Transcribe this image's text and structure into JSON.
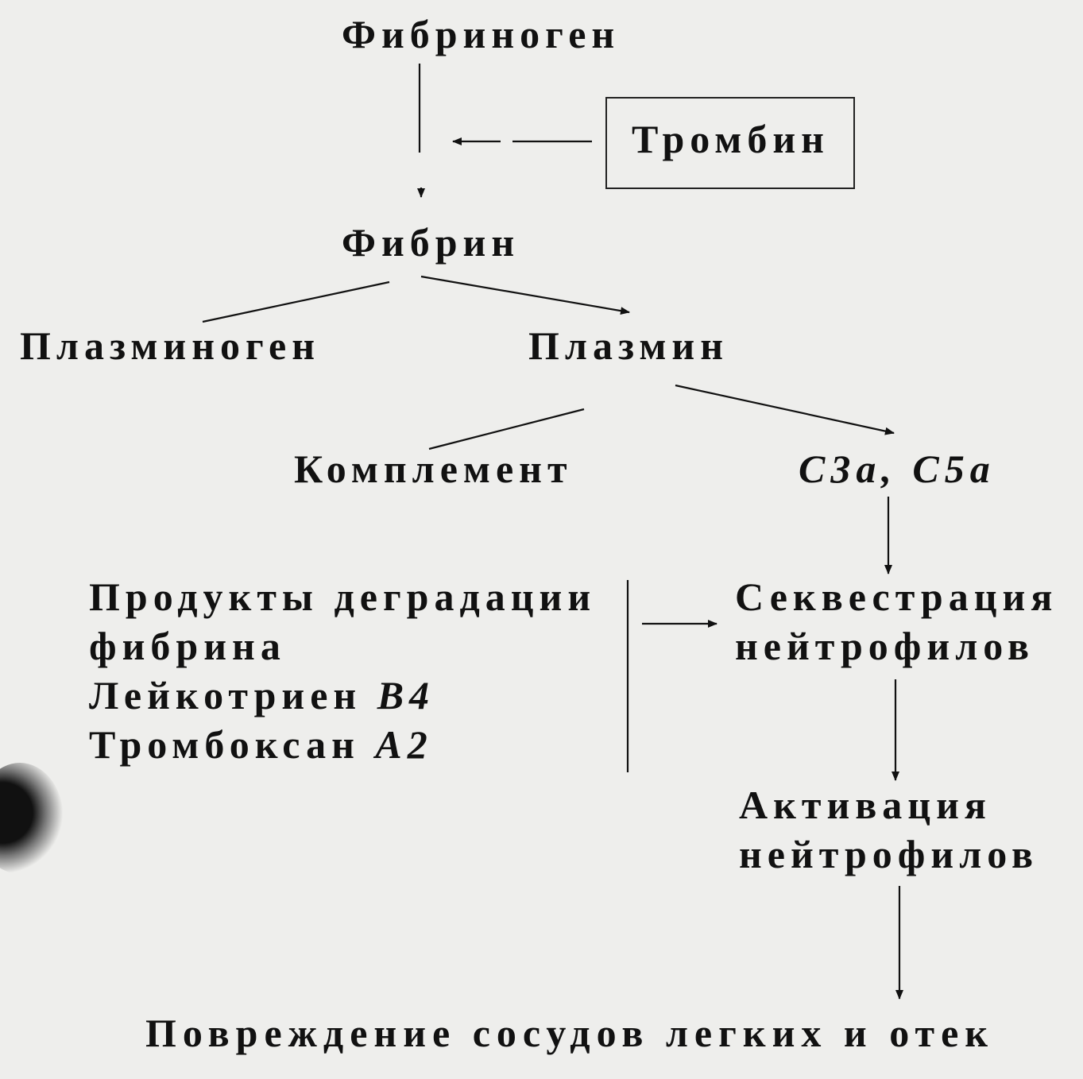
{
  "nodes": {
    "fibrinogen": "Фибриноген",
    "thrombin": "Тромбин",
    "fibrin": "Фибрин",
    "plasminogen": "Плазминоген",
    "plasmin": "Плазмин",
    "complement": "Комплемент",
    "c3a_c5a": "C3a, C5a",
    "mediators": {
      "line1": "Продукты деградации",
      "line2": "фибрина",
      "line3_text": "Лейкотриен ",
      "line3_italic": "B4",
      "line4_text": "Тромбоксан ",
      "line4_italic": "A2"
    },
    "sequestration": {
      "line1": "Секвестрация",
      "line2": "нейтрофилов"
    },
    "activation": {
      "line1": "Активация",
      "line2": "нейтрофилов"
    },
    "outcome": "Повреждение сосудов легких и отек"
  }
}
